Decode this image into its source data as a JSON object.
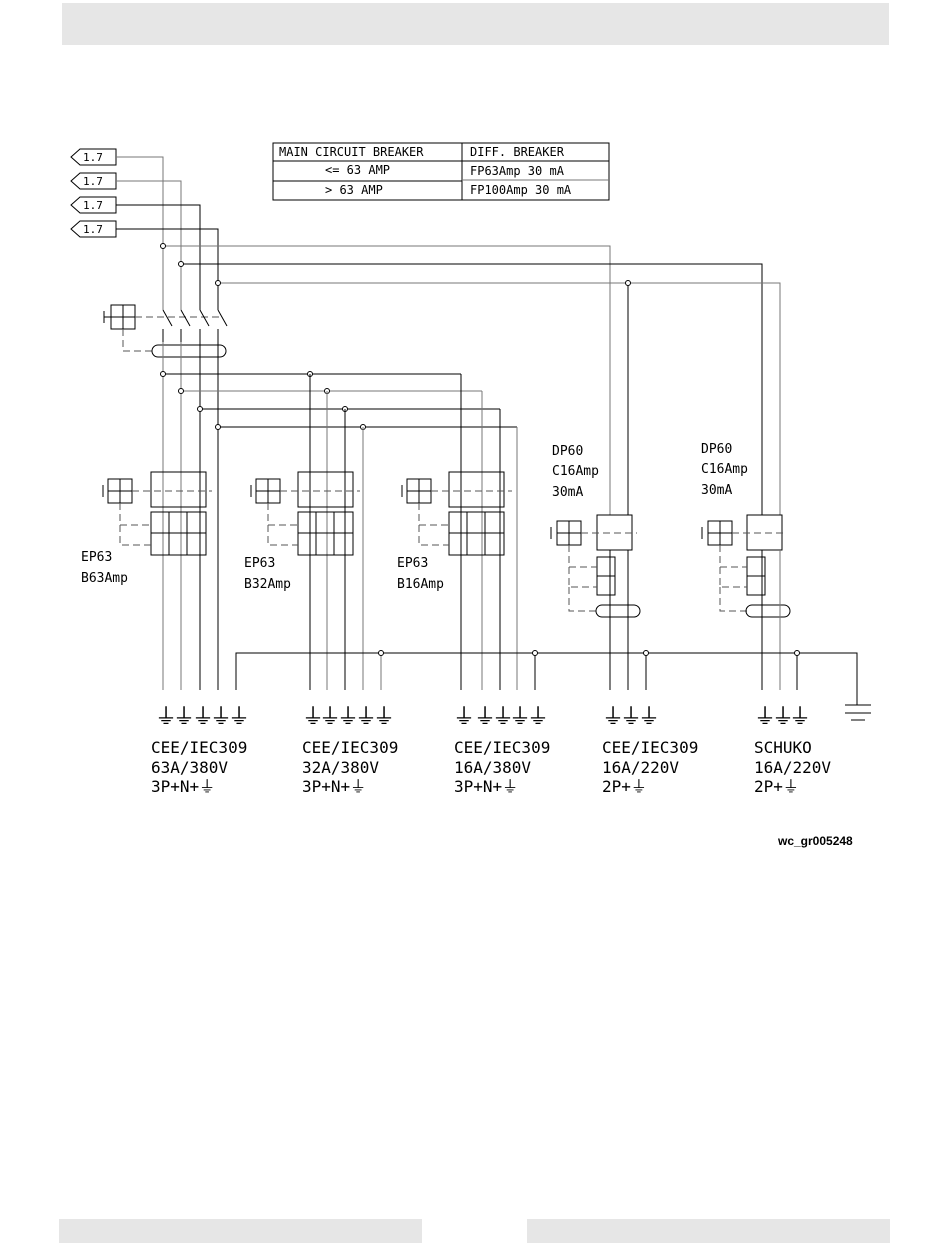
{
  "feed_labels": [
    "1.7",
    "1.7",
    "1.7",
    "1.7"
  ],
  "breaker_table": {
    "headers": [
      "MAIN CIRCUIT BREAKER",
      "DIFF. BREAKER"
    ],
    "rows": [
      [
        "<= 63 AMP",
        "FP63Amp  30 mA"
      ],
      [
        "> 63 AMP",
        "FP100Amp  30 mA"
      ]
    ]
  },
  "breakers_3p": [
    {
      "type": "EP63",
      "rating": "B63Amp"
    },
    {
      "type": "EP63",
      "rating": "B32Amp"
    },
    {
      "type": "EP63",
      "rating": "B16Amp"
    }
  ],
  "breakers_2p": [
    {
      "type": "DP60",
      "rating": "C16Amp",
      "sensitivity": "30mA"
    },
    {
      "type": "DP60",
      "rating": "C16Amp",
      "sensitivity": "30mA"
    }
  ],
  "sockets": [
    {
      "line1": "CEE/IEC309",
      "line2": "63A/380V",
      "line3": "3P+N+⏚"
    },
    {
      "line1": "CEE/IEC309",
      "line2": "32A/380V",
      "line3": "3P+N+⏚"
    },
    {
      "line1": "CEE/IEC309",
      "line2": "16A/380V",
      "line3": "3P+N+⏚"
    },
    {
      "line1": "CEE/IEC309",
      "line2": "16A/220V",
      "line3": "2P+⏚"
    },
    {
      "line1": "SCHUKO",
      "line2": "16A/220V",
      "line3": "2P+⏚"
    }
  ],
  "figure_ref": "wc_gr005248"
}
